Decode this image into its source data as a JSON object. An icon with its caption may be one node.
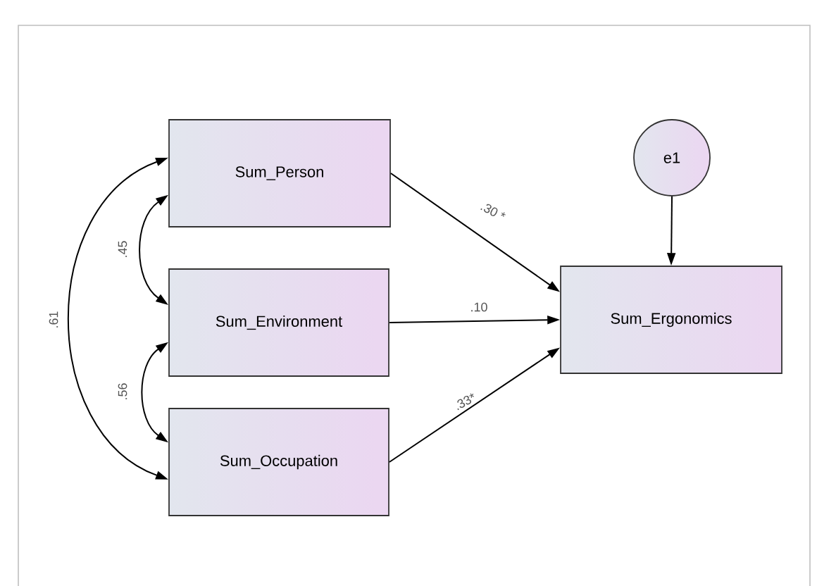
{
  "diagram": {
    "nodes": [
      {
        "text": [
          "Sum_Person"
        ]
      },
      {
        "text": [
          "Sum_Environment"
        ]
      },
      {
        "text": [
          "Sum_Occupation"
        ]
      },
      {
        "text": [
          "Sum_Ergonomics"
        ]
      },
      {
        "text": [
          "e1"
        ]
      }
    ],
    "edges": [
      {
        "from": 0,
        "to": 3,
        "arrow": "to",
        "label": ".30 *"
      },
      {
        "from": 1,
        "to": 3,
        "arrow": "to",
        "label": ".10"
      },
      {
        "from": 2,
        "to": 3,
        "arrow": "to",
        "label": ".33*"
      },
      {
        "from": 4,
        "to": 3,
        "arrow": "to"
      },
      {
        "from": 0,
        "to": 1,
        "arrow": "both",
        "label": ".45"
      },
      {
        "from": 1,
        "to": 2,
        "arrow": "both",
        "label": ".56"
      },
      {
        "from": 0,
        "to": 2,
        "arrow": "both",
        "label": ".61"
      }
    ]
  }
}
